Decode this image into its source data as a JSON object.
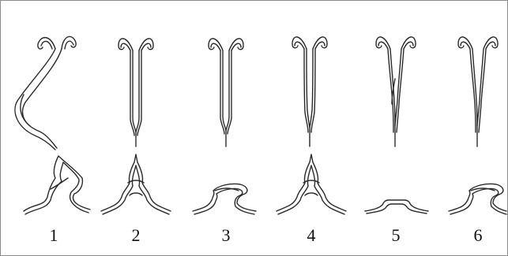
{
  "figure": {
    "panels": [
      {
        "label": "1"
      },
      {
        "label": "2"
      },
      {
        "label": "3"
      },
      {
        "label": "4"
      },
      {
        "label": "5"
      },
      {
        "label": "6"
      }
    ]
  },
  "colors": {
    "line": "#2a2a2a",
    "border": "#8a8a8a",
    "background": "#ffffff"
  }
}
